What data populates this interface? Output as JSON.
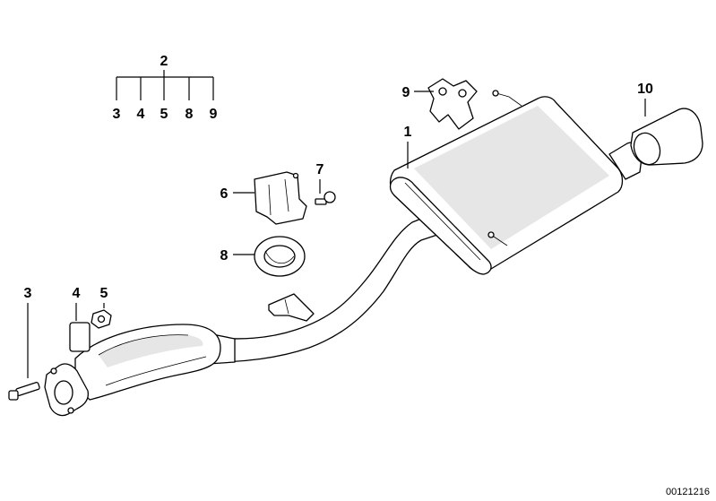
{
  "diagram": {
    "callouts": {
      "group_head": "2",
      "group_items": [
        "3",
        "4",
        "5",
        "8",
        "9"
      ],
      "rear_muffler": "1",
      "hanger": "9",
      "tailpipe_trim": "10",
      "bracket": "6",
      "screw": "7",
      "rubber_mount": "8",
      "bolt": "3",
      "spring": "4",
      "nut": "5"
    },
    "document_number": "00121216"
  }
}
